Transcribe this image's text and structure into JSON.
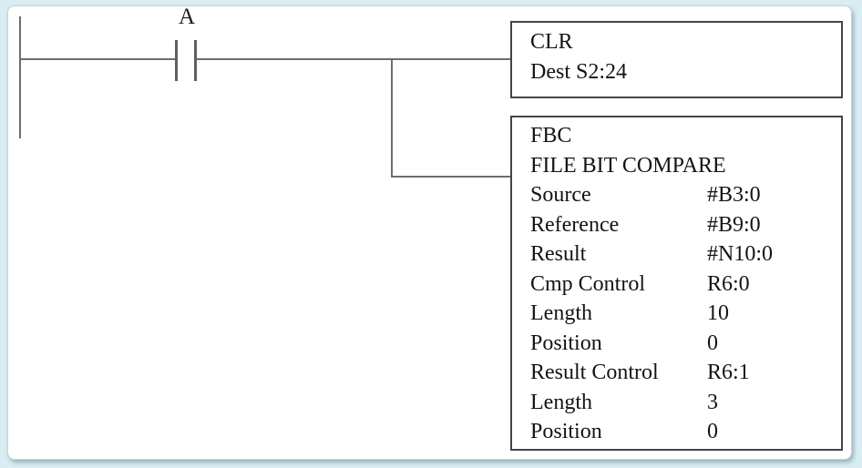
{
  "colors": {
    "canvas_bg": "#d9edf3",
    "panel_bg": "#ffffff",
    "wire_line": "#6d6d6d",
    "box_border": "#454545",
    "text": "#141414"
  },
  "ladder": {
    "contact": {
      "label": "A",
      "type": "normally-open-contact"
    },
    "clr_block": {
      "mnemonic": "CLR",
      "dest_line": "Dest S2:24"
    },
    "fbc_block": {
      "mnemonic": "FBC",
      "name": "FILE BIT COMPARE",
      "params": [
        {
          "label": "Source",
          "value": "#B3:0"
        },
        {
          "label": "Reference",
          "value": "#B9:0"
        },
        {
          "label": "Result",
          "value": "#N10:0"
        },
        {
          "label": "Cmp Control",
          "value": "R6:0"
        },
        {
          "label": "Length",
          "value": "10"
        },
        {
          "label": "Position",
          "value": "0"
        },
        {
          "label": "Result Control",
          "value": "R6:1"
        },
        {
          "label": "Length",
          "value": "3"
        },
        {
          "label": "Position",
          "value": "0"
        }
      ]
    }
  }
}
